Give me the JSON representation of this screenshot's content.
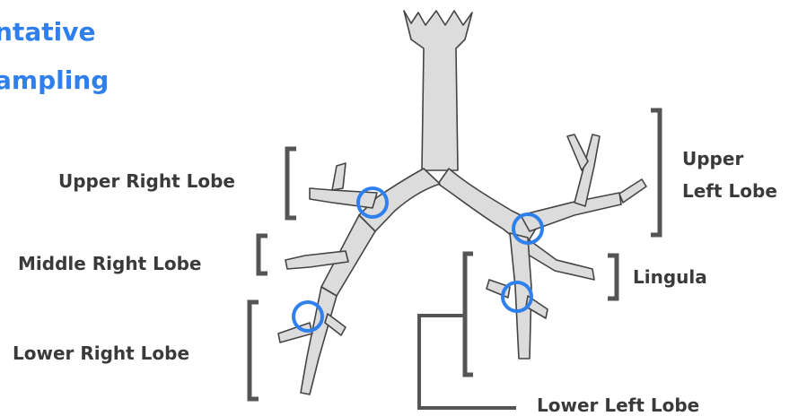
{
  "title": {
    "line1": "ntative",
    "line2": "ampling"
  },
  "labels": {
    "upper_right": "Upper Right Lobe",
    "middle_right": "Middle Right Lobe",
    "lower_right": "Lower Right Lobe",
    "upper_left_1": "Upper",
    "upper_left_2": "Left Lobe",
    "lingula": "Lingula",
    "lower_left": "Lower Left Lobe"
  },
  "colors": {
    "title": "#2f80ed",
    "label": "#3a3a3a",
    "bracket": "#555555",
    "bronchus_fill": "#dcdcdc",
    "bronchus_stroke": "#444444",
    "sample_circle": "#2f80ed"
  }
}
